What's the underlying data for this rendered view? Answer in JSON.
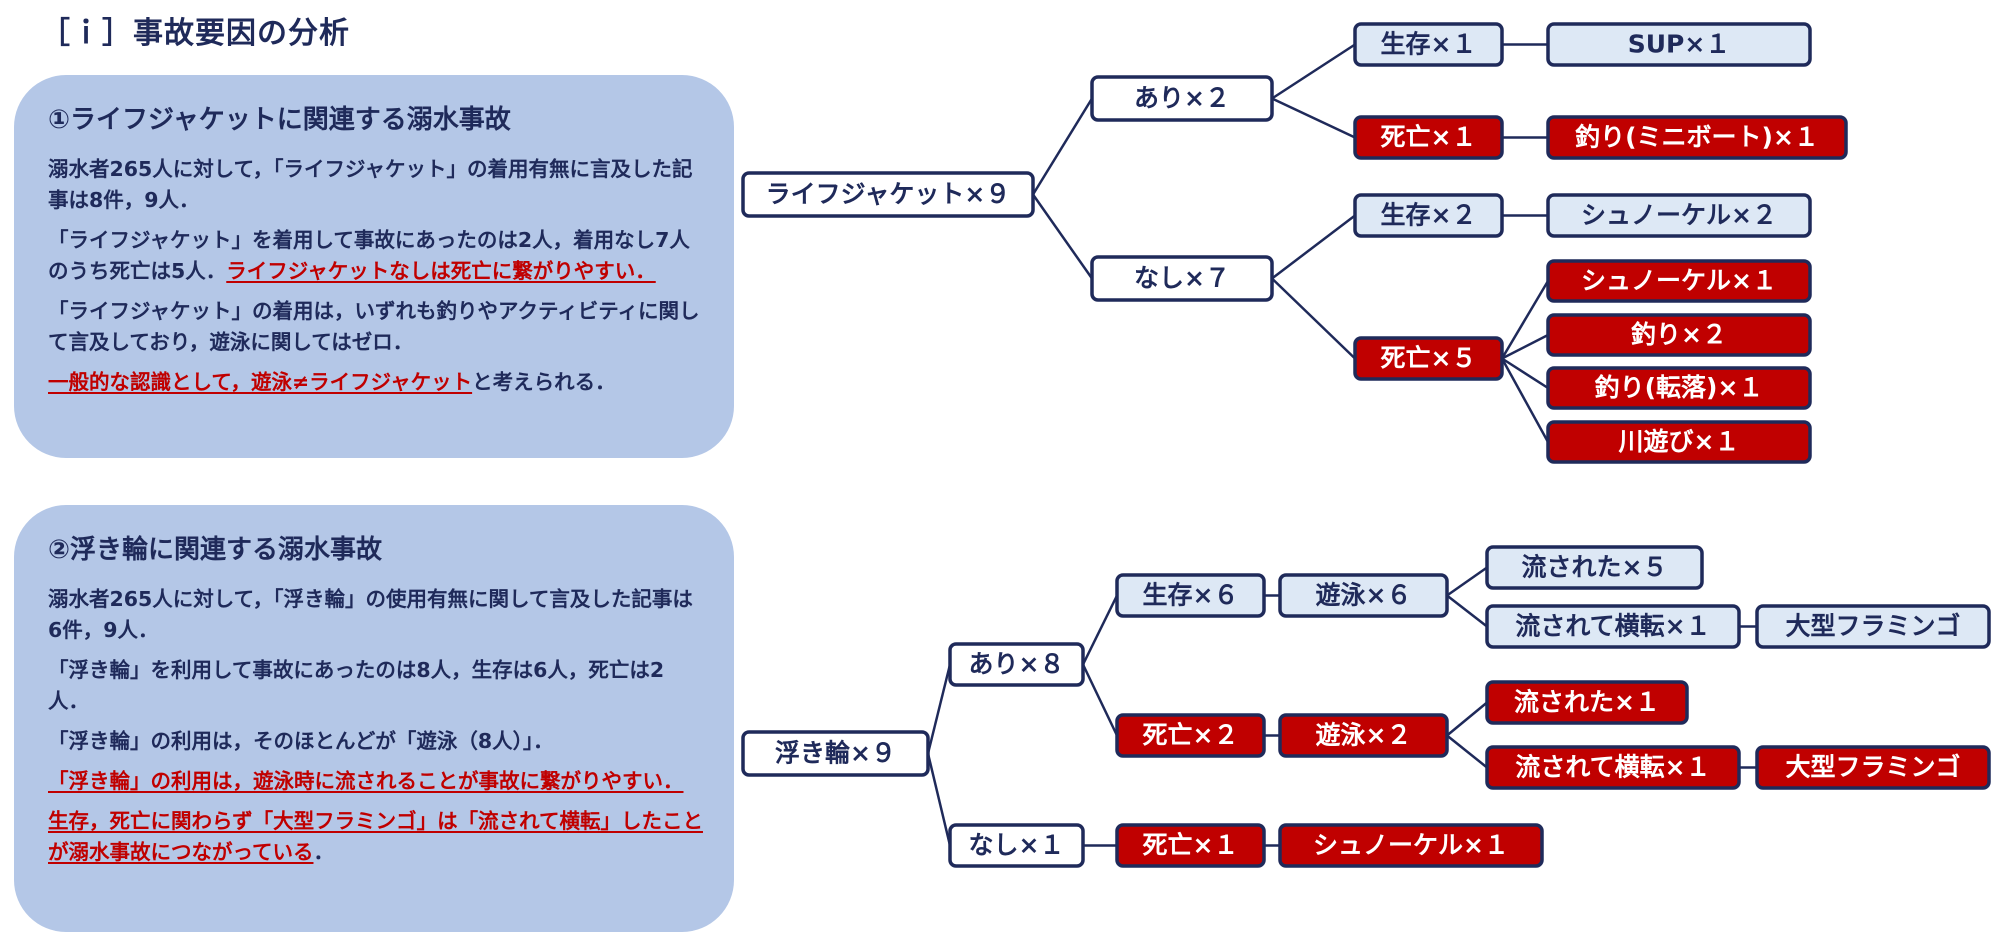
{
  "heading": "［ｉ］事故要因の分析",
  "colors": {
    "navy": "#1f2a5a",
    "red": "#c00000",
    "light_box": "#dde8f5",
    "panel": "#b4c7e7"
  },
  "panel1": {
    "title": "①ライフジャケットに関連する溺水事故",
    "paragraphs": [
      [
        "溺水者265人に対して，「ライフジャケット」の着用有無に言及した記事は8件，9人．"
      ],
      [
        "「ライフジャケット」を着用して事故にあったのは2人，着用なし7人のうち死亡は5人．",
        "ライフジャケットなしは死亡に繋がりやすい．"
      ],
      [
        "「ライフジャケット」の着用は，いずれも釣りやアクティビティに関して言及しており，遊泳に関してはゼロ．"
      ],
      [
        "",
        "一般的な認識として，遊泳≠ライフジャケット",
        "と考えられる．"
      ]
    ]
  },
  "panel2": {
    "title": "②浮き輪に関連する溺水事故",
    "paragraphs": [
      [
        "溺水者265人に対して，「浮き輪」の使用有無に関して言及した記事は6件，9人．"
      ],
      [
        "「浮き輪」を利用して事故にあったのは8人，生存は6人，死亡は2人．"
      ],
      [
        "「浮き輪」の利用は，そのほとんどが「遊泳（8人）」．"
      ],
      [
        "",
        "「浮き輪」の利用は，遊泳時に流されることが事故に繋がりやすい．"
      ],
      [
        "",
        "生存，死亡に関わらず「大型フラミンゴ」は「流されて横転」したことが溺水事故につながっている",
        "．"
      ]
    ]
  },
  "tree1": {
    "root": "ライフジャケット×９",
    "nodes": [
      {
        "id": "a",
        "label": "あり×２",
        "parent": "root",
        "style": "white"
      },
      {
        "id": "a1",
        "label": "生存×１",
        "parent": "a",
        "style": "light"
      },
      {
        "id": "a1x",
        "label": "SUP×１",
        "parent": "a1",
        "style": "light"
      },
      {
        "id": "a2",
        "label": "死亡×１",
        "parent": "a",
        "style": "red"
      },
      {
        "id": "a2x",
        "label": "釣り(ミニボート)×１",
        "parent": "a2",
        "style": "red"
      },
      {
        "id": "n",
        "label": "なし×７",
        "parent": "root",
        "style": "white"
      },
      {
        "id": "n1",
        "label": "生存×２",
        "parent": "n",
        "style": "light"
      },
      {
        "id": "n1x",
        "label": "シュノーケル×２",
        "parent": "n1",
        "style": "light"
      },
      {
        "id": "n2",
        "label": "死亡×５",
        "parent": "n",
        "style": "red"
      },
      {
        "id": "n2a",
        "label": "シュノーケル×１",
        "parent": "n2",
        "style": "red"
      },
      {
        "id": "n2b",
        "label": "釣り×２",
        "parent": "n2",
        "style": "red"
      },
      {
        "id": "n2c",
        "label": "釣り(転落)×１",
        "parent": "n2",
        "style": "red"
      },
      {
        "id": "n2d",
        "label": "川遊び×１",
        "parent": "n2",
        "style": "red"
      }
    ]
  },
  "tree2": {
    "root": "浮き輪×９",
    "nodes": [
      {
        "id": "a",
        "label": "あり×８",
        "parent": "root",
        "style": "white"
      },
      {
        "id": "s",
        "label": "生存×６",
        "parent": "a",
        "style": "light"
      },
      {
        "id": "s1",
        "label": "遊泳×６",
        "parent": "s",
        "style": "light"
      },
      {
        "id": "s1a",
        "label": "流された×５",
        "parent": "s1",
        "style": "light"
      },
      {
        "id": "s1b",
        "label": "流されて横転×１",
        "parent": "s1",
        "style": "light"
      },
      {
        "id": "s1bx",
        "label": "大型フラミンゴ",
        "parent": "s1b",
        "style": "light"
      },
      {
        "id": "d",
        "label": "死亡×２",
        "parent": "a",
        "style": "red"
      },
      {
        "id": "d1",
        "label": "遊泳×２",
        "parent": "d",
        "style": "red"
      },
      {
        "id": "d1a",
        "label": "流された×１",
        "parent": "d1",
        "style": "red"
      },
      {
        "id": "d1b",
        "label": "流されて横転×１",
        "parent": "d1",
        "style": "red"
      },
      {
        "id": "d1bx",
        "label": "大型フラミンゴ",
        "parent": "d1b",
        "style": "red"
      },
      {
        "id": "n",
        "label": "なし×１",
        "parent": "root",
        "style": "white"
      },
      {
        "id": "nd",
        "label": "死亡×１",
        "parent": "n",
        "style": "red"
      },
      {
        "id": "ndx",
        "label": "シュノーケル×１",
        "parent": "nd",
        "style": "red"
      }
    ]
  }
}
